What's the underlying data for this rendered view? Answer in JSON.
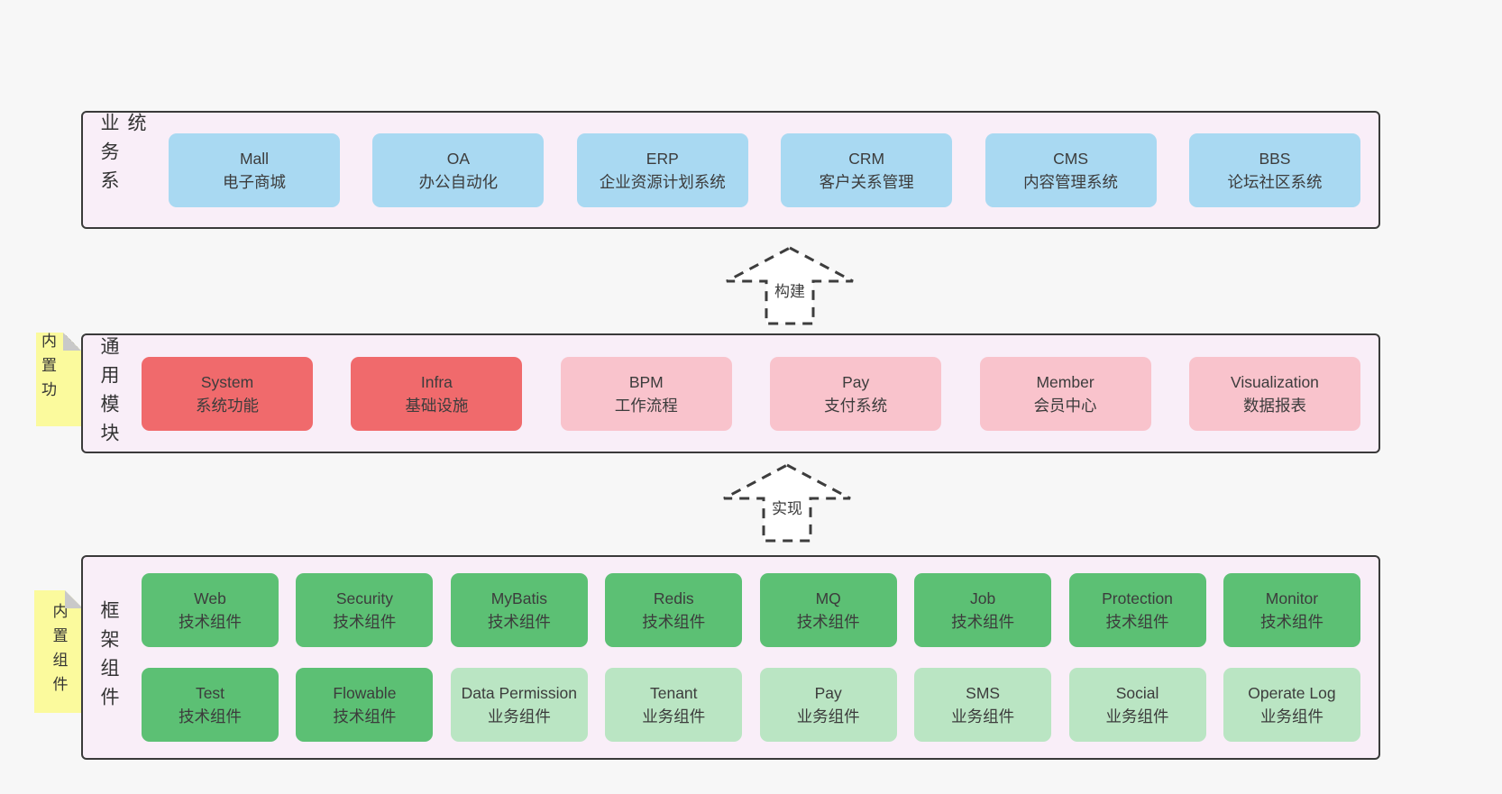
{
  "colors": {
    "bg": "#f7f7f7",
    "band_bg": "#f9eef8",
    "band_border": "#3a3a3a",
    "text": "#3c3c3c",
    "blue": "#a9d9f2",
    "red": "#f06a6c",
    "pink": "#f9c3cc",
    "green": "#5cc074",
    "green_light": "#bae5c3",
    "yellow": "#fbfa9d",
    "fold": "#c9c9c9",
    "arrow_line": "#3d3d3d",
    "arrow_fill": "#ffffff"
  },
  "arrows": [
    {
      "id": "build",
      "label": "构建"
    },
    {
      "id": "implement",
      "label": "实现"
    }
  ],
  "notes": [
    {
      "id": "builtin-features",
      "label": "内置功能"
    },
    {
      "id": "builtin-components",
      "label": "内置组件"
    }
  ],
  "bands": [
    {
      "id": "business-systems",
      "label": "业务系统",
      "boxes": [
        {
          "name": "Mall",
          "desc": "电子商城",
          "variant": "blue"
        },
        {
          "name": "OA",
          "desc": "办公自动化",
          "variant": "blue"
        },
        {
          "name": "ERP",
          "desc": "企业资源计划系统",
          "variant": "blue"
        },
        {
          "name": "CRM",
          "desc": "客户关系管理",
          "variant": "blue"
        },
        {
          "name": "CMS",
          "desc": "内容管理系统",
          "variant": "blue"
        },
        {
          "name": "BBS",
          "desc": "论坛社区系统",
          "variant": "blue"
        }
      ]
    },
    {
      "id": "common-modules",
      "label": "通用模块",
      "boxes": [
        {
          "name": "System",
          "desc": "系统功能",
          "variant": "red"
        },
        {
          "name": "Infra",
          "desc": "基础设施",
          "variant": "red"
        },
        {
          "name": "BPM",
          "desc": "工作流程",
          "variant": "pink"
        },
        {
          "name": "Pay",
          "desc": "支付系统",
          "variant": "pink"
        },
        {
          "name": "Member",
          "desc": "会员中心",
          "variant": "pink"
        },
        {
          "name": "Visualization",
          "desc": "数据报表",
          "variant": "pink"
        }
      ]
    },
    {
      "id": "framework-components",
      "label": "框架组件",
      "rows": [
        [
          {
            "name": "Web",
            "desc": "技术组件",
            "variant": "green"
          },
          {
            "name": "Security",
            "desc": "技术组件",
            "variant": "green"
          },
          {
            "name": "MyBatis",
            "desc": "技术组件",
            "variant": "green"
          },
          {
            "name": "Redis",
            "desc": "技术组件",
            "variant": "green"
          },
          {
            "name": "MQ",
            "desc": "技术组件",
            "variant": "green"
          },
          {
            "name": "Job",
            "desc": "技术组件",
            "variant": "green"
          },
          {
            "name": "Protection",
            "desc": "技术组件",
            "variant": "green"
          },
          {
            "name": "Monitor",
            "desc": "技术组件",
            "variant": "green"
          }
        ],
        [
          {
            "name": "Test",
            "desc": "技术组件",
            "variant": "green"
          },
          {
            "name": "Flowable",
            "desc": "技术组件",
            "variant": "green"
          },
          {
            "name": "Data Permission",
            "desc": "业务组件",
            "variant": "green-light"
          },
          {
            "name": "Tenant",
            "desc": "业务组件",
            "variant": "green-light"
          },
          {
            "name": "Pay",
            "desc": "业务组件",
            "variant": "green-light"
          },
          {
            "name": "SMS",
            "desc": "业务组件",
            "variant": "green-light"
          },
          {
            "name": "Social",
            "desc": "业务组件",
            "variant": "green-light"
          },
          {
            "name": "Operate Log",
            "desc": "业务组件",
            "variant": "green-light"
          }
        ]
      ]
    }
  ]
}
